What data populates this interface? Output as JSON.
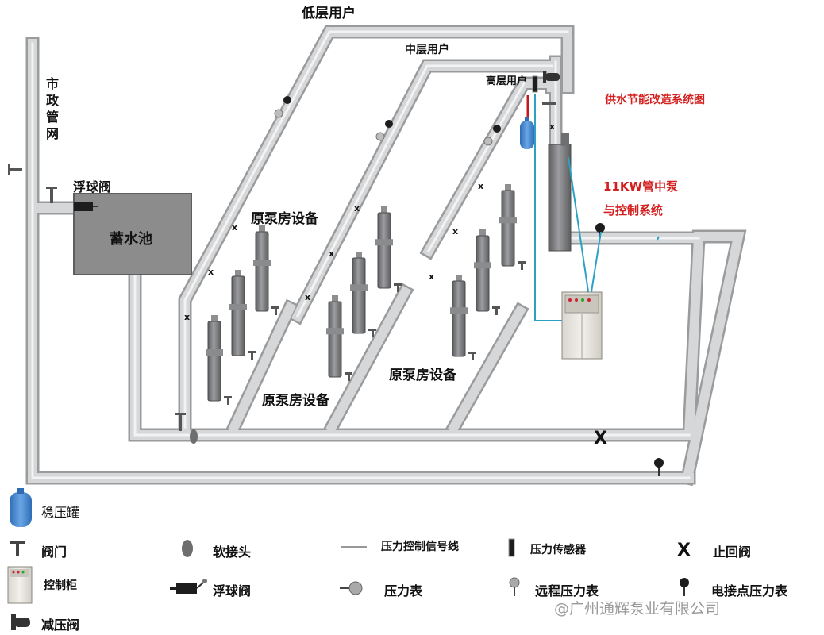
{
  "labels": {
    "low_users": "低层用户",
    "mid_users": "中层用户",
    "high_users": "高层用户",
    "municipal_network": "市政管网",
    "float_valve": "浮球阀",
    "reservoir": "蓄水池",
    "original_pump_room_1": "原泵房设备",
    "original_pump_room_2": "原泵房设备",
    "original_pump_room_3": "原泵房设备",
    "diagram_title": "供水节能改造系统图",
    "new_pump_line1": "11KW管中泵",
    "new_pump_line2": "与控制系统"
  },
  "legend": {
    "surge_tank": "稳压罐",
    "valve": "阀门",
    "flex_joint": "软接头",
    "signal_line": "压力控制信号线",
    "pressure_sensor": "压力传感器",
    "check_valve": "止回阀",
    "control_cabinet": "控制柜",
    "float_valve": "浮球阀",
    "pressure_gauge": "压力表",
    "remote_gauge": "远程压力表",
    "contact_gauge": "电接点压力表",
    "reducing_valve": "减压阀"
  },
  "watermark": "@广州通辉泵业有限公司",
  "colors": {
    "pipe": "#c9cacc",
    "pipe_edge": "#9a9b9d",
    "pump": "#7a7b7d",
    "reservoir": "#8c8c8c",
    "signal_line": "#2aa1c5",
    "title_red": "#d41f1f",
    "tank_blue": "#3b7fd0"
  }
}
